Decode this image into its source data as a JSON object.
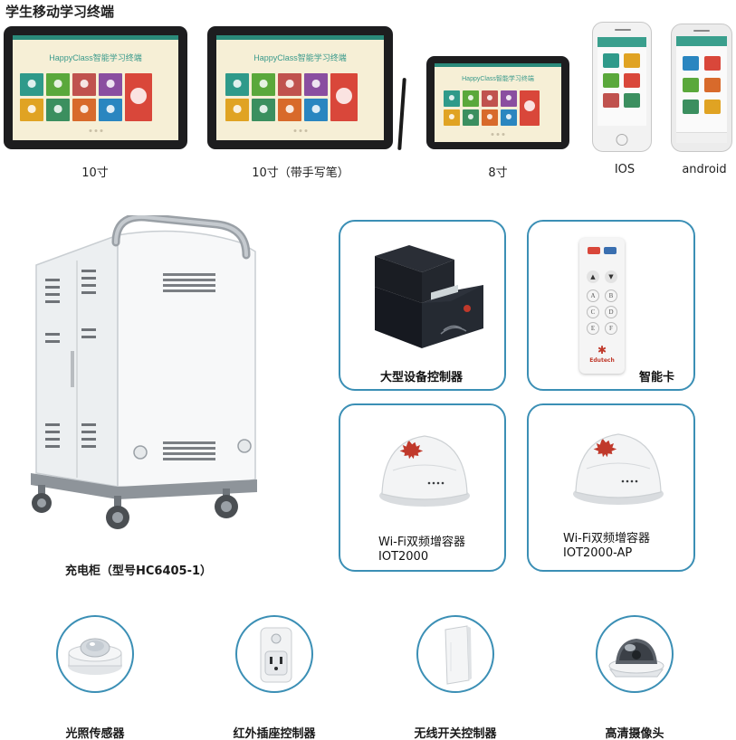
{
  "title": "学生移动学习终端",
  "devices": {
    "app_title": "HappyClass智能学习终端",
    "labels": [
      "10寸",
      "10寸（带手写笔）",
      "8寸",
      "IOS",
      "android"
    ]
  },
  "cabinet": {
    "label": "充电柜（型号HC6405-1）"
  },
  "cards": {
    "controller": "大型设备控制器",
    "smartcard": "智能卡",
    "extender1_line1": "Wi-Fi双频增容器",
    "extender1_line2": "IOT2000",
    "extender2_line1": "Wi-Fi双频增容器",
    "extender2_line2": "IOT2000-AP",
    "card_buttons": [
      "A",
      "B",
      "C",
      "D",
      "E",
      "F"
    ],
    "brand": "Edutech"
  },
  "sensors": [
    "光照传感器",
    "红外插座控制器",
    "无线开关控制器",
    "高清摄像头"
  ],
  "colors": {
    "accent_border": "#3b8fb5",
    "teal": "#2a8a7a",
    "tile_colors": [
      "#2f9a8a",
      "#5aa83b",
      "#c0524e",
      "#8a4ea0",
      "#e0a323",
      "#3b8f5f",
      "#d86a2b",
      "#2a86c0",
      "#d9473a"
    ]
  }
}
